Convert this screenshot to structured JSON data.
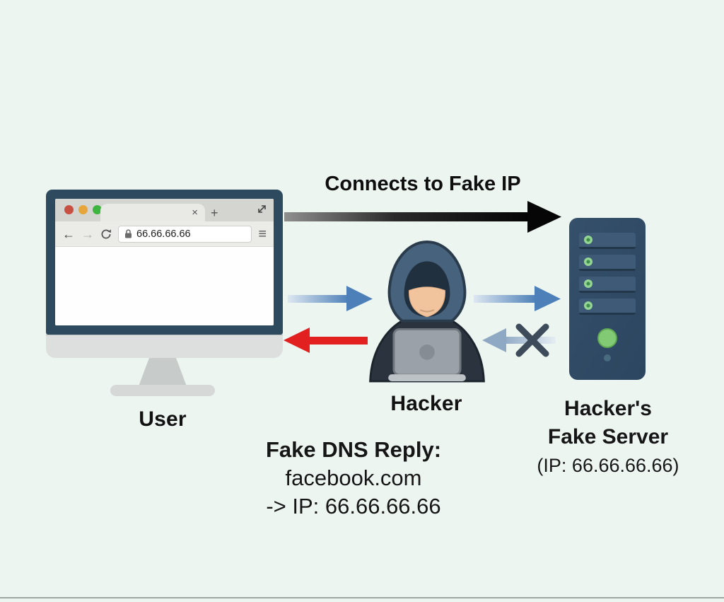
{
  "flow": {
    "top_label": "Connects to Fake IP"
  },
  "user": {
    "label": "User",
    "browser": {
      "url": "66.66.66.66",
      "close_glyph": "×",
      "new_tab_glyph": "+",
      "back_glyph": "←",
      "forward_glyph": "→",
      "menu_glyph": "≡"
    }
  },
  "hacker": {
    "label": "Hacker"
  },
  "server": {
    "name_line1": "Hacker's",
    "name_line2": "Fake Server",
    "ip_line": "(IP: 66.66.66.66)"
  },
  "dns_reply": {
    "title": "Fake DNS Reply:",
    "domain": "facebook.com",
    "ip": "-> IP: 66.66.66.66"
  },
  "colors": {
    "background": "#edf5f1",
    "monitor_frame": "#2d4a5e",
    "server_body": "#30496a",
    "arrow_black": "#0a0a0a",
    "arrow_blue": "#4d80b8",
    "arrow_red": "#e02222",
    "arrow_blocked": "#8fa9c4",
    "x_mark": "#3d4b5a",
    "led_green": "#92d492",
    "power_green": "#83ca74",
    "traffic_red": "#c85043",
    "traffic_yellow": "#e7a63c",
    "traffic_green": "#3eb53e",
    "hood": "#46627c",
    "face": "#f2c49e"
  }
}
